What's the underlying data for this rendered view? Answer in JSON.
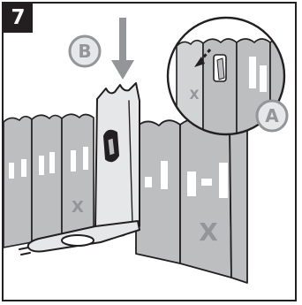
{
  "step": {
    "number": "7"
  },
  "callouts": {
    "a": "A",
    "b": "B"
  },
  "marks": {
    "excluded": "X"
  },
  "colors": {
    "outline": "#231f20",
    "fence_fill": "#bcbec0",
    "fence_shade": "#d1d3d4",
    "hook_fill": "#e6e7e8",
    "callout_fill": "#e6e7e8",
    "mark_color": "#939598"
  }
}
